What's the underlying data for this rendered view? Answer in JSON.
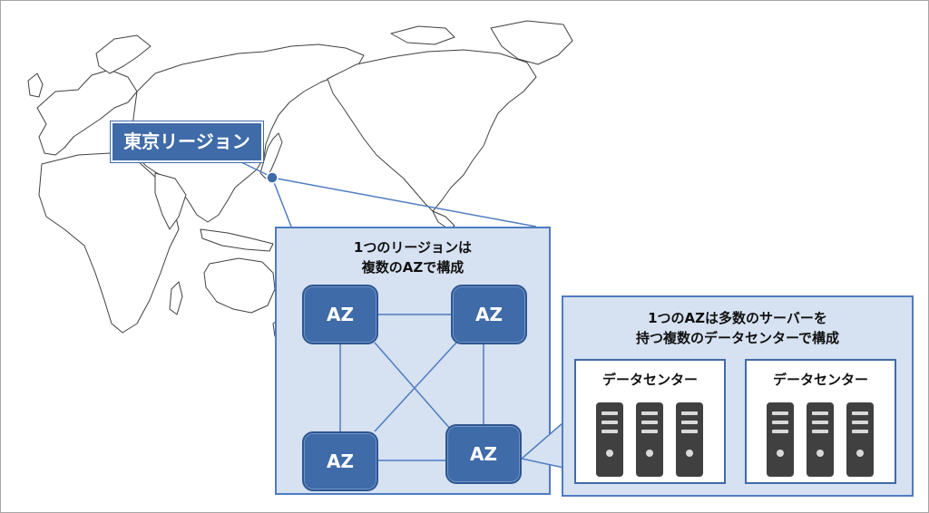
{
  "region": {
    "label": "東京リージョン"
  },
  "region_box": {
    "caption_line1": "1つのリージョンは",
    "caption_line2": "複数のAZで構成"
  },
  "availability_zones": [
    "AZ",
    "AZ",
    "AZ",
    "AZ"
  ],
  "az_box": {
    "caption_line1": "1つのAZは多数のサーバーを",
    "caption_line2": "持つ複数のデータセンターで構成"
  },
  "data_centers": [
    {
      "label": "データセンター",
      "servers": 3
    },
    {
      "label": "データセンター",
      "servers": 3
    }
  ],
  "colors": {
    "accent": "#3f6ba8",
    "panel_fill": "#d6e1f1",
    "map_land": "#ffffff",
    "map_outline": "#404040",
    "server": "#404040"
  }
}
